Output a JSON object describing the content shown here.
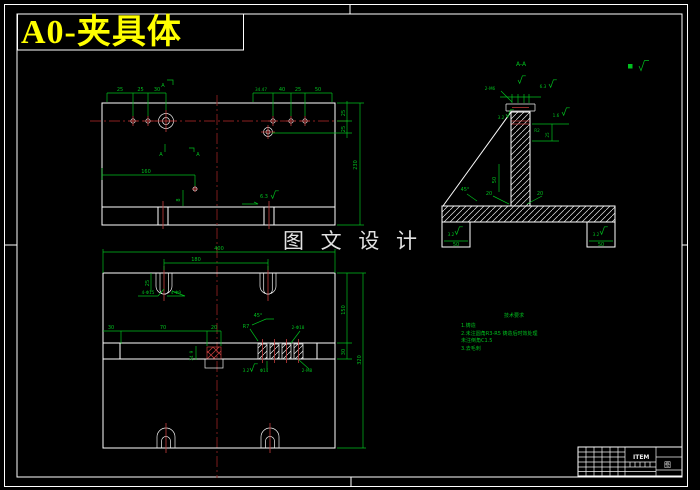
{
  "title": "A0-夹具体",
  "watermark": "图 文 设 计",
  "colors": {
    "background": "#000000",
    "line": "#ffffff",
    "dimension": "#00be1e",
    "centerline": "#8b2020",
    "hole_mark": "#c43d3d",
    "title": "#ffff00"
  },
  "top_view": {
    "d1": "25",
    "d2": "25",
    "d3": "30",
    "d4": "34.47",
    "d5": "40",
    "d6": "25",
    "d7": "50",
    "r1": "25",
    "r2": "25",
    "r3": "230",
    "d160": "160",
    "d8": "8",
    "rough": "6.3",
    "secA1": "A",
    "secA2": "A",
    "secA3": "A"
  },
  "front_view": {
    "top1": "400",
    "top2": "180",
    "slot_depth": "25",
    "holes1": "4-Φ15",
    "holes2": "4-Φ9",
    "l1": "30",
    "l2": "70",
    "l3": "20",
    "v9": "9",
    "v24": "24",
    "angle": "45°",
    "r7": "R7",
    "d18": "2-Φ18",
    "m8": "2-M8",
    "d14": "Φ14",
    "rough": "3.2",
    "rt1": "150",
    "rt2": "30",
    "rt3": "320"
  },
  "section_view": {
    "label": "A-A",
    "m6": "2-M6",
    "rough_top": "6.3",
    "rough_col": "3.2",
    "rough_side": "1.6",
    "r2": "R2",
    "d25": "25",
    "d50": "50",
    "d20l": "20",
    "d20r": "20",
    "angle": "45°",
    "foot_left_rough": "3.2",
    "foot_left_dim": "50",
    "foot_right_rough": "3.2",
    "foot_right_dim": "50"
  },
  "notes": {
    "heading": "技术要求",
    "line1": "1.铸造",
    "line2": "2.未注圆角R3-R5 铸造后时效处理",
    "line3": "未注倒角C1.5",
    "line4": "3.去毛刺"
  },
  "title_block": {
    "item": "ITEM",
    "glyph": "图"
  }
}
